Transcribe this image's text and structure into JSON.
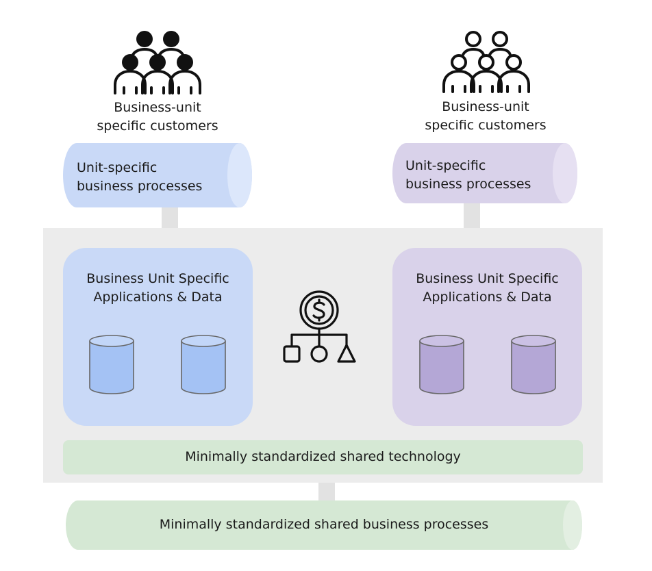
{
  "customers": {
    "left_label_line1": "Business-unit",
    "left_label_line2": "specific customers",
    "right_label_line1": "Business-unit",
    "right_label_line2": "specific customers",
    "left_icon": "people-group-filled-icon",
    "right_icon": "people-group-outline-icon"
  },
  "processes": {
    "left_line1": "Unit-specific",
    "left_line2": "business processes",
    "right_line1": "Unit-specific",
    "right_line2": "business processes"
  },
  "units": {
    "left_title_line1": "Business Unit Specific",
    "left_title_line2": "Applications & Data",
    "right_title_line1": "Business Unit Specific",
    "right_title_line2": "Applications & Data",
    "database_icon": "database-cylinder-icon"
  },
  "center_icon": "dollar-org-chart-icon",
  "shared_technology": "Minimally standardized shared technology",
  "shared_processes": "Minimally standardized shared business processes",
  "colors": {
    "blue_box": "#c9d9f7",
    "blue_db": "#a4c2f4",
    "purple_box": "#d9d2ea",
    "purple_db": "#b4a7d6",
    "green": "#d5e8d4",
    "platform": "#ececec"
  }
}
